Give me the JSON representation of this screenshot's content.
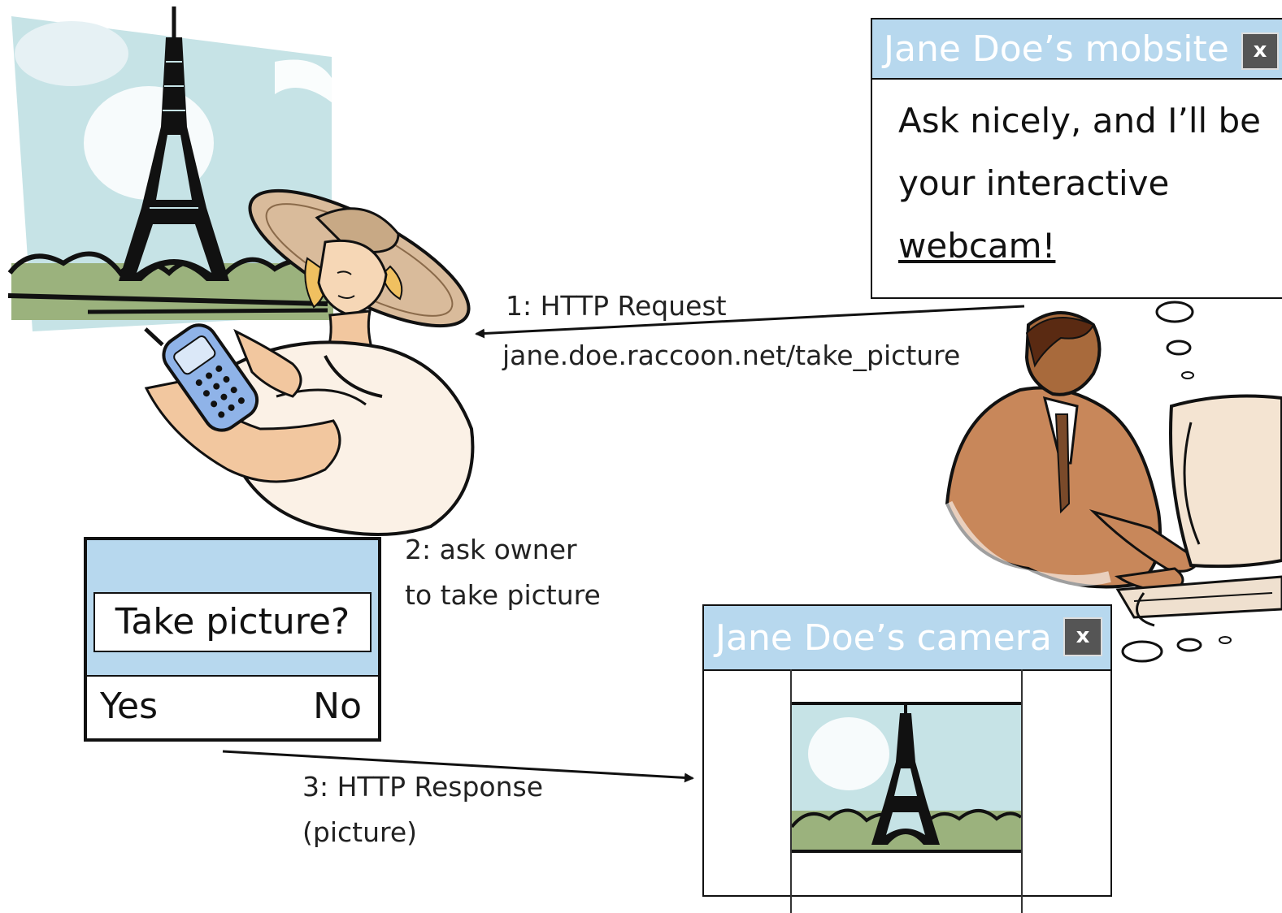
{
  "mobsite_window": {
    "title": "Jane Doe’s mobsite",
    "close_label": "x",
    "text_line1": "Ask nicely, and I’ll be",
    "text_line2": "your interactive",
    "link_text": "webcam!"
  },
  "camera_window": {
    "title": "Jane Doe’s camera",
    "close_label": "x"
  },
  "dialog": {
    "question": "Take picture?",
    "yes_label": "Yes",
    "no_label": "No"
  },
  "steps": {
    "step1_title": "1: HTTP Request",
    "step1_url": "jane.doe.raccoon.net/take_picture",
    "step2_line1": "2: ask owner",
    "step2_line2": "to take picture",
    "step3_line1": "3: HTTP Response",
    "step3_line2": "(picture)"
  },
  "colors": {
    "title_bar": "#b7d8ee",
    "sky": "#c6e3e6",
    "bushes": "#9bb27d",
    "skin": "#f2c79f",
    "man_skin": "#c8875a"
  },
  "icons": [
    "eiffel-tower-clipart",
    "woman-with-phone-clipart",
    "man-at-computer-clipart",
    "arrow-icon",
    "close-icon"
  ]
}
